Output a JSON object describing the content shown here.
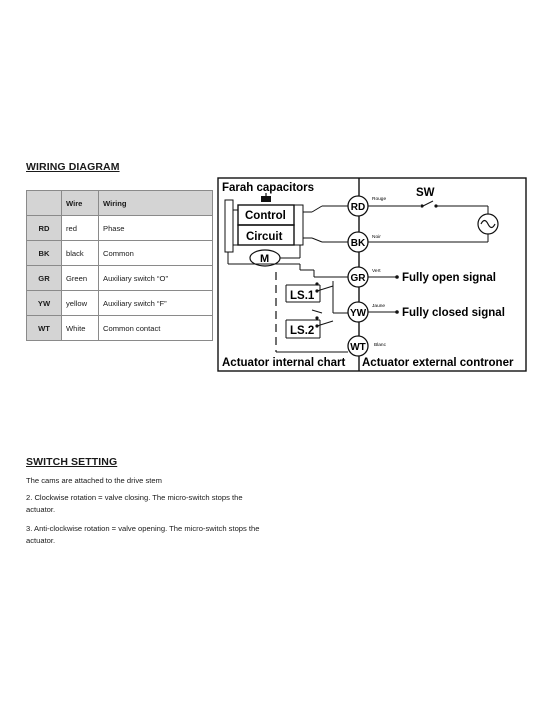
{
  "wiring": {
    "heading": "WIRING DIAGRAM",
    "table": {
      "headers": [
        "",
        "Wire",
        "Wiring"
      ],
      "rows": [
        {
          "code": "RD",
          "wire": "red",
          "wiring": "Phase"
        },
        {
          "code": "BK",
          "wire": "black",
          "wiring": "Common"
        },
        {
          "code": "GR",
          "wire": "Green",
          "wiring": "Auxiliary switch “O”"
        },
        {
          "code": "YW",
          "wire": "yellow",
          "wiring": "Auxiliary switch “F”"
        },
        {
          "code": "WT",
          "wire": "White",
          "wiring": "Common contact"
        }
      ]
    }
  },
  "diagram": {
    "capacitors_label": "Farah capacitors",
    "control_label": "Control",
    "circuit_label": "Circuit",
    "motor_label": "M",
    "sw_label": "SW",
    "ls1_label": "LS.1",
    "ls2_label": "LS.2",
    "terminals": [
      {
        "code": "RD",
        "note": "Rouge"
      },
      {
        "code": "BK",
        "note": "Noir"
      },
      {
        "code": "GR",
        "note": "Vert"
      },
      {
        "code": "YW",
        "note": "Jaune"
      },
      {
        "code": "WT",
        "note": "Blanc"
      }
    ],
    "open_signal": "Fully open signal",
    "closed_signal": "Fully closed signal",
    "internal_label": "Actuator internal chart",
    "external_label": "Actuator external controner"
  },
  "switch": {
    "heading": "SWITCH SETTING",
    "paragraphs": [
      "The cams are attached to the drive stem",
      "2. Clockwise rotation = valve closing. The micro-switch stops the actuator.",
      "3. Anti-clockwise rotation = valve opening. The micro-switch stops the actuator."
    ]
  }
}
